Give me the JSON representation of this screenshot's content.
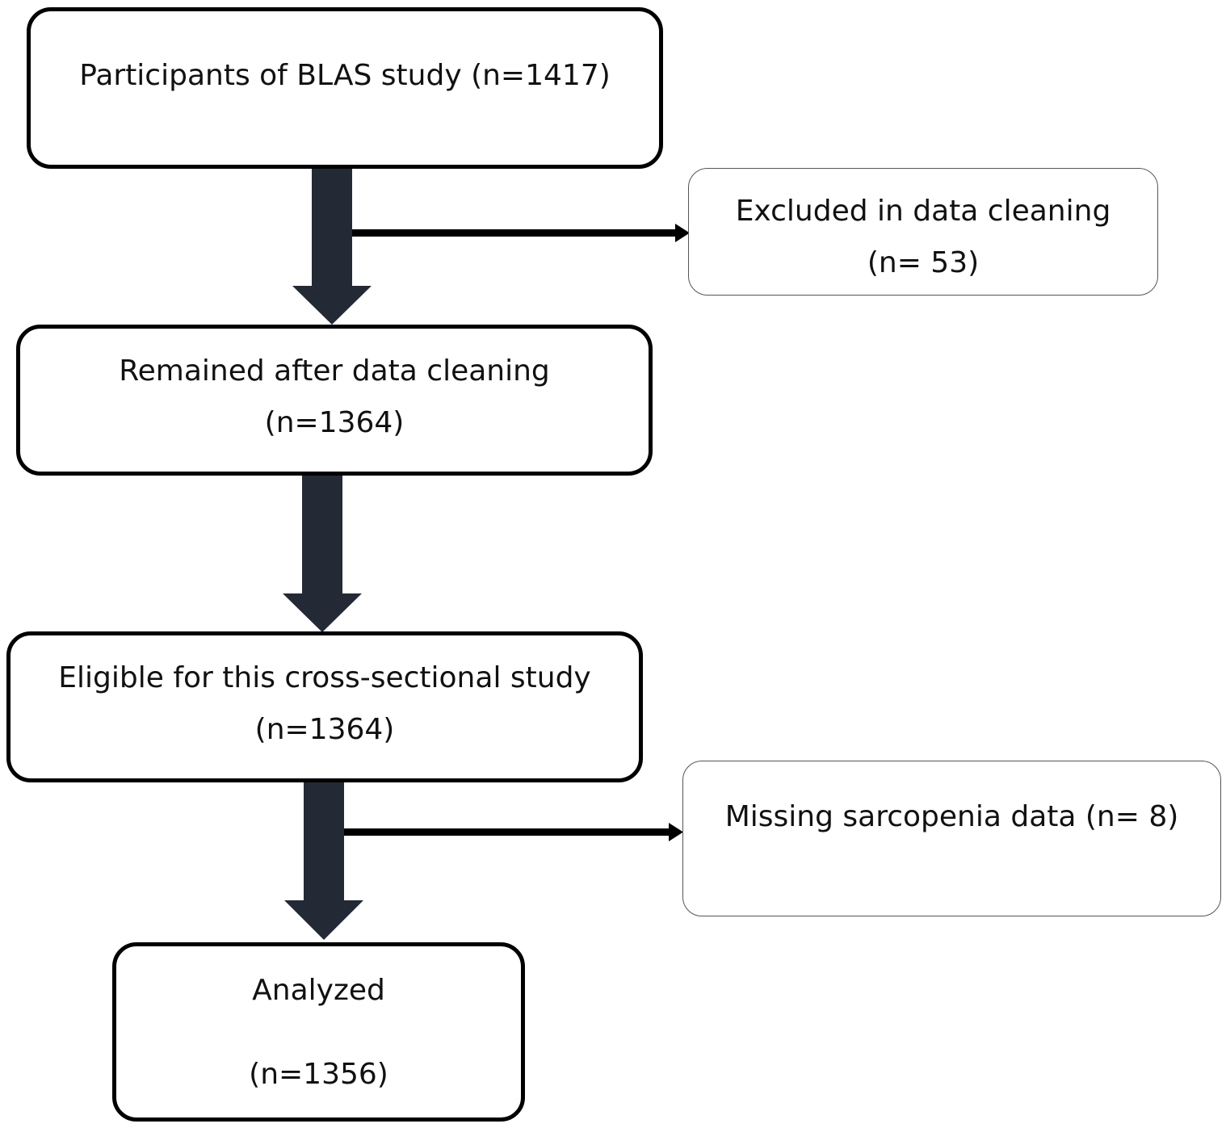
{
  "boxes": {
    "participants": {
      "line1": "Participants of BLAS study (n=1417)"
    },
    "excluded": {
      "line1": "Excluded in data cleaning",
      "line2": "(n= 53)"
    },
    "remained": {
      "line1": "Remained after data cleaning",
      "line2": "(n=1364)"
    },
    "eligible": {
      "line1": "Eligible for this cross-sectional study",
      "line2": "(n=1364)"
    },
    "missing": {
      "line1": "Missing sarcopenia data (n= 8)"
    },
    "analyzed": {
      "line1": "Analyzed",
      "line2": "(n=1356)"
    }
  },
  "colors": {
    "arrow_fill": "#232a36",
    "box_border": "#000000",
    "side_border": "#555555"
  }
}
